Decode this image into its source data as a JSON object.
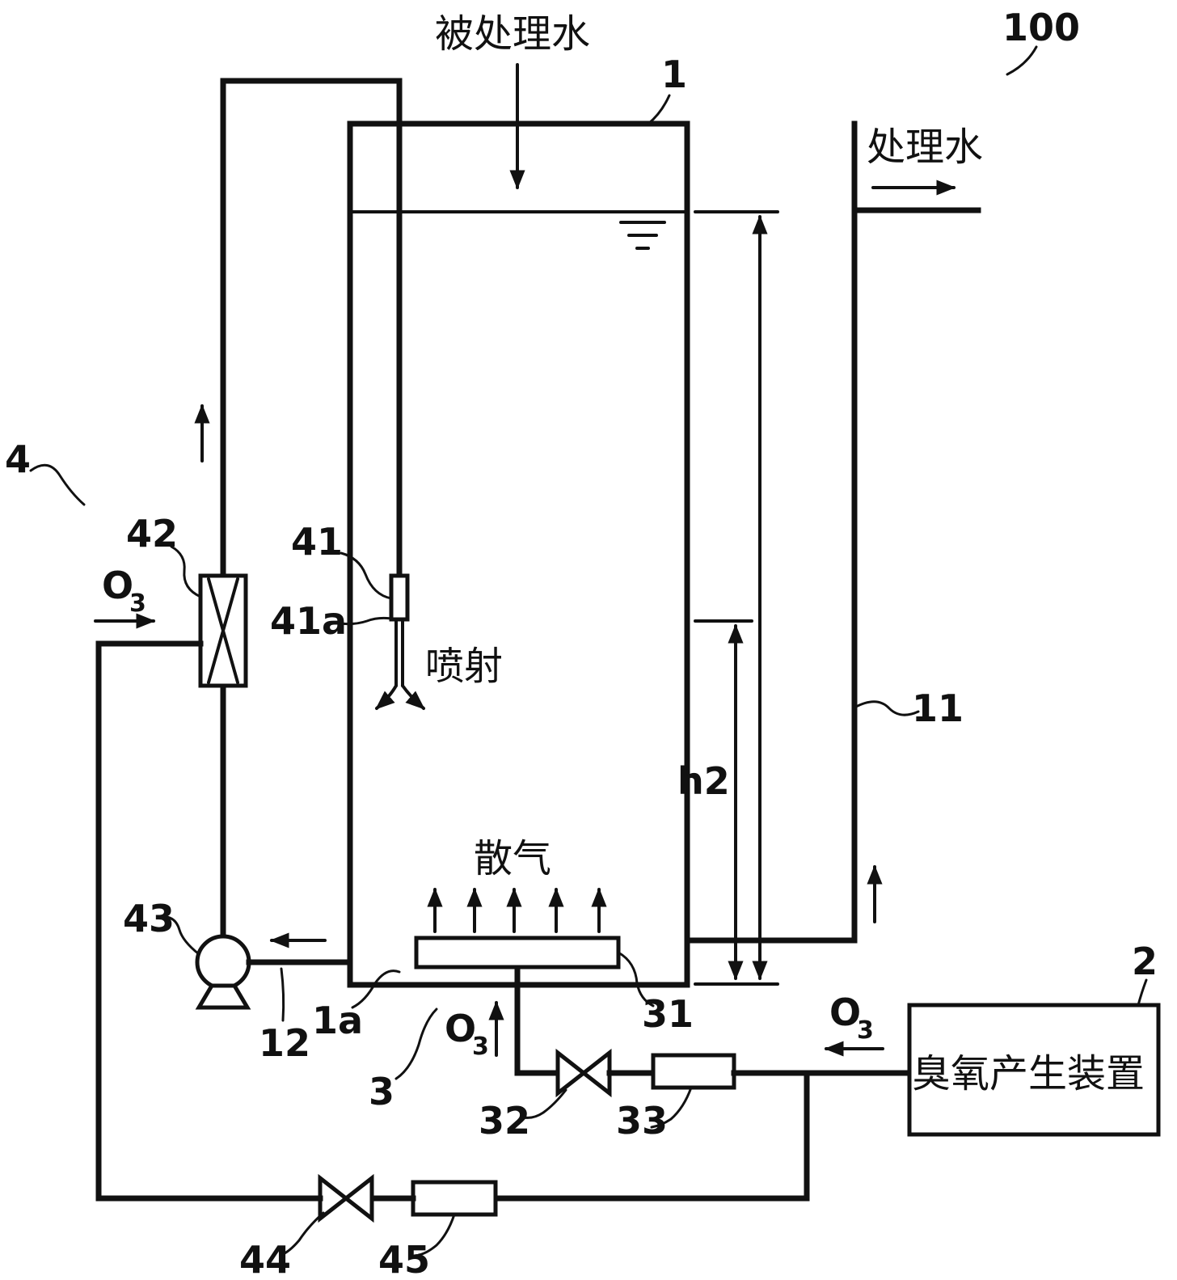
{
  "figure": {
    "system_number": "100",
    "inflow_label": "被处理水",
    "outflow_label": "处理水",
    "jet_label": "喷射",
    "aeration_label": "散气",
    "ozone_generator_label": "臭氧产生装置",
    "height_label": "h2",
    "ozone_symbol": "O",
    "ozone_subscript": "3"
  },
  "labels": {
    "tank": "1",
    "tank_bottom": "1a",
    "ozone_generator": "2",
    "aeration_unit": "3",
    "diffuser": "31",
    "valve_aeration": "32",
    "flowmeter_aeration": "33",
    "circulation_unit": "4",
    "nozzle": "41",
    "nozzle_outlet": "41a",
    "ejector": "42",
    "pump": "43",
    "valve_circulation": "44",
    "flowmeter_circulation": "45",
    "outlet_pipe": "11",
    "circulation_pipe": "12"
  },
  "colors": {
    "line": "#111111",
    "background": "#ffffff"
  }
}
